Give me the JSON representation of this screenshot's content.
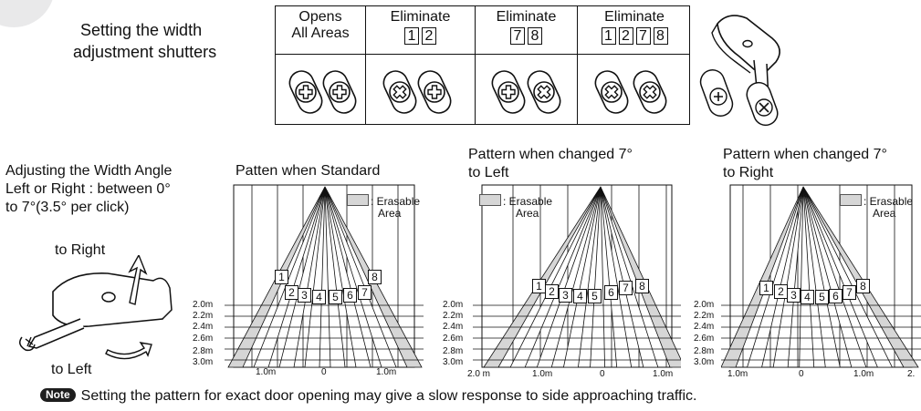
{
  "title": {
    "line1": "Setting the width",
    "line2": "adjustment shutters"
  },
  "shutter_table": {
    "columns": [
      {
        "head1": "Opens",
        "head2": "All Areas",
        "numbers": []
      },
      {
        "head1": "Eliminate",
        "numbers": [
          "1",
          "2"
        ]
      },
      {
        "head1": "Eliminate",
        "numbers": [
          "7",
          "8"
        ]
      },
      {
        "head1": "Eliminate",
        "numbers": [
          "1",
          "2",
          "7",
          "8"
        ]
      }
    ]
  },
  "adjust": {
    "line1": "Adjusting the Width Angle",
    "line2": "Left or Right : between 0°",
    "line3": "to 7°(3.5° per click)",
    "to_right": "to Right",
    "to_left": "to Left"
  },
  "panels": [
    {
      "title1": "Patten when Standard",
      "title2": "",
      "legend1": ": Erasable",
      "legend2": "Area",
      "depths": [
        "2.0m",
        "2.2m",
        "2.4m",
        "2.6m",
        "2.8m",
        "3.0m"
      ],
      "bottom_ticks": [
        "1.0m",
        "0",
        "1.0m"
      ],
      "beam_numbers": [
        "1",
        "2",
        "3",
        "4",
        "5",
        "6",
        "7",
        "8"
      ]
    },
    {
      "title1": "Pattern when changed 7°",
      "title2": "to Left",
      "legend1": ": Erasable",
      "legend2": "Area",
      "depths": [
        "2.0m",
        "2.2m",
        "2.4m",
        "2.6m",
        "2.8m",
        "3.0m"
      ],
      "bottom_ticks": [
        "2.0 m",
        "1.0m",
        "0",
        "1.0m"
      ],
      "beam_numbers": [
        "1",
        "2",
        "3",
        "4",
        "5",
        "6",
        "7",
        "8"
      ]
    },
    {
      "title1": "Pattern when changed 7°",
      "title2": "to Right",
      "legend1": ": Erasable",
      "legend2": "Area",
      "depths": [
        "2.0m",
        "2.2m",
        "2.4m",
        "2.6m",
        "2.8m",
        "3.0m"
      ],
      "bottom_ticks": [
        "1.0m",
        "0",
        "1.0m",
        "2."
      ],
      "beam_numbers": [
        "1",
        "2",
        "3",
        "4",
        "5",
        "6",
        "7",
        "8"
      ]
    }
  ],
  "note": {
    "badge": "Note",
    "text": "Setting the pattern for exact door opening may give a slow response to side approaching traffic."
  },
  "colors": {
    "erasable": "#d6d6d6",
    "ink": "#111111"
  },
  "icons": [
    "screw-open-icon",
    "screw-closed-icon",
    "shutter-key-icon",
    "arrow-up-icon",
    "arrow-curl-icon"
  ]
}
